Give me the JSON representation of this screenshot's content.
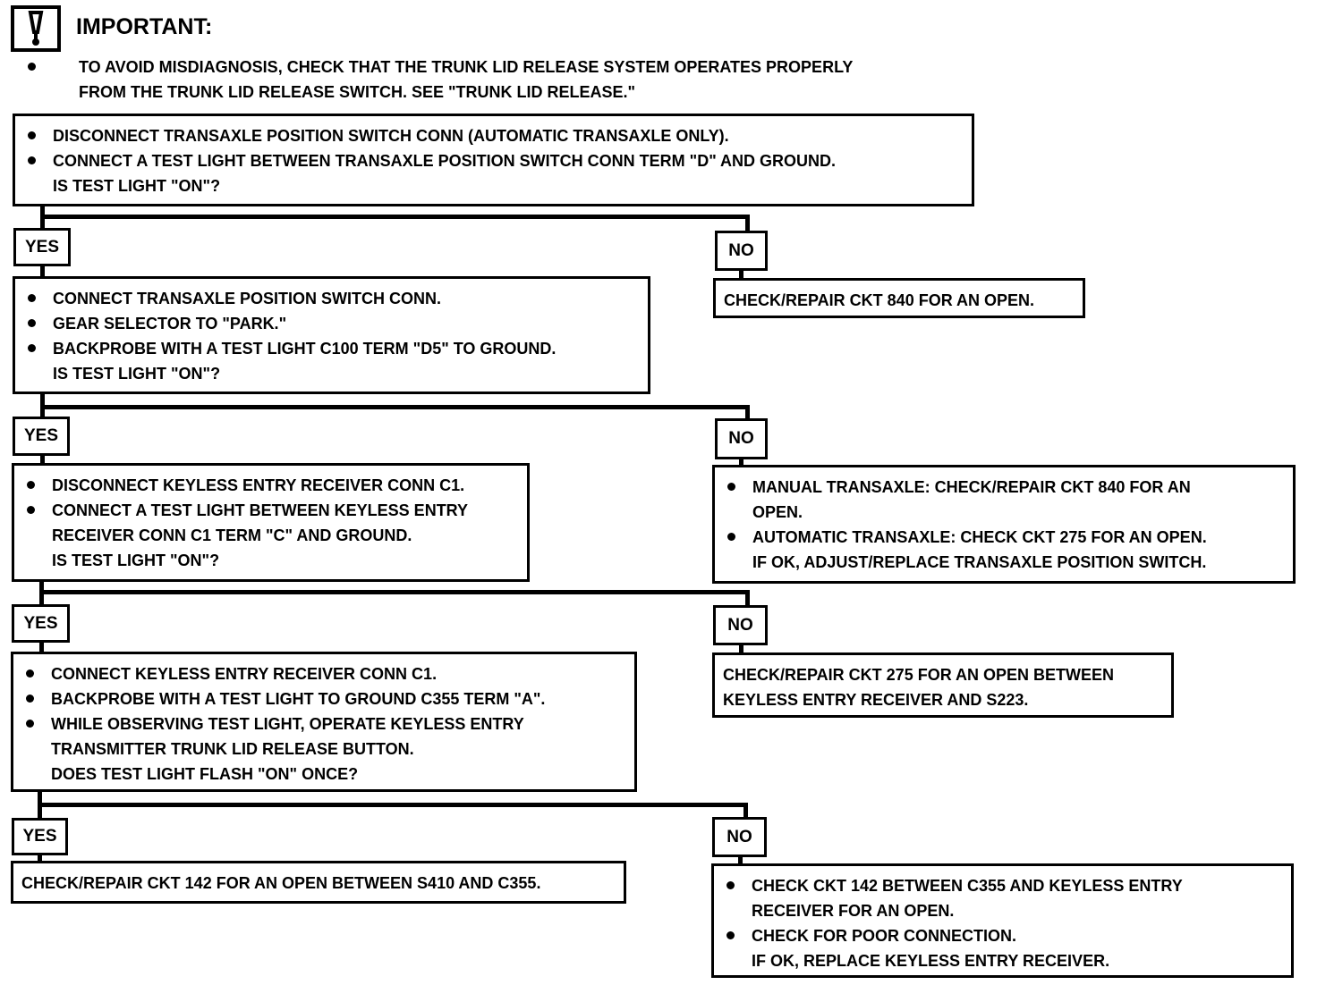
{
  "header": {
    "title": "IMPORTANT:",
    "icon": "exclamation-icon"
  },
  "note": {
    "lines": [
      {
        "bullet": true,
        "text": "TO AVOID MISDIAGNOSIS, CHECK THAT THE TRUNK LID RELEASE SYSTEM OPERATES PROPERLY"
      },
      {
        "bullet": false,
        "text": "FROM THE TRUNK LID RELEASE SWITCH.  SEE \"TRUNK LID RELEASE.\""
      }
    ]
  },
  "labels": {
    "yes": "YES",
    "no": "NO"
  },
  "boxes": {
    "step1": {
      "lines": [
        {
          "bullet": true,
          "text": "DISCONNECT TRANSAXLE POSITION SWITCH CONN (AUTOMATIC TRANSAXLE ONLY)."
        },
        {
          "bullet": true,
          "text": "CONNECT A TEST LIGHT BETWEEN TRANSAXLE POSITION SWITCH CONN TERM \"D\" AND GROUND."
        },
        {
          "bullet": false,
          "text": "IS TEST LIGHT \"ON\"?"
        }
      ]
    },
    "step1no": {
      "lines": [
        {
          "bullet": false,
          "text": "CHECK/REPAIR CKT 840 FOR AN OPEN."
        }
      ]
    },
    "step2": {
      "lines": [
        {
          "bullet": true,
          "text": "CONNECT TRANSAXLE POSITION SWITCH CONN."
        },
        {
          "bullet": true,
          "text": "GEAR SELECTOR TO \"PARK.\""
        },
        {
          "bullet": true,
          "text": "BACKPROBE WITH A TEST LIGHT C100 TERM \"D5\" TO GROUND."
        },
        {
          "bullet": false,
          "text": "IS TEST LIGHT \"ON\"?"
        }
      ]
    },
    "step2no": {
      "lines": [
        {
          "bullet": true,
          "text": "MANUAL TRANSAXLE:  CHECK/REPAIR CKT 840 FOR AN"
        },
        {
          "bullet": false,
          "text": "OPEN."
        },
        {
          "bullet": true,
          "text": "AUTOMATIC TRANSAXLE:  CHECK CKT 275 FOR AN OPEN."
        },
        {
          "bullet": false,
          "text": "IF OK, ADJUST/REPLACE TRANSAXLE POSITION SWITCH."
        }
      ]
    },
    "step3": {
      "lines": [
        {
          "bullet": true,
          "text": "DISCONNECT KEYLESS ENTRY RECEIVER CONN C1."
        },
        {
          "bullet": true,
          "text": "CONNECT A TEST LIGHT BETWEEN KEYLESS ENTRY"
        },
        {
          "bullet": false,
          "text": "RECEIVER CONN C1 TERM \"C\" AND GROUND."
        },
        {
          "bullet": false,
          "text": "IS TEST LIGHT \"ON\"?"
        }
      ]
    },
    "step3no": {
      "lines": [
        {
          "bullet": false,
          "text": "CHECK/REPAIR CKT 275 FOR AN OPEN BETWEEN"
        },
        {
          "bullet": false,
          "text": "KEYLESS ENTRY RECEIVER AND S223."
        }
      ]
    },
    "step4": {
      "lines": [
        {
          "bullet": true,
          "text": "CONNECT KEYLESS ENTRY RECEIVER CONN C1."
        },
        {
          "bullet": true,
          "text": "BACKPROBE WITH A TEST LIGHT TO GROUND C355 TERM \"A\"."
        },
        {
          "bullet": true,
          "text": "WHILE OBSERVING TEST LIGHT, OPERATE KEYLESS ENTRY"
        },
        {
          "bullet": false,
          "text": "TRANSMITTER TRUNK LID RELEASE BUTTON."
        },
        {
          "bullet": false,
          "text": "DOES TEST LIGHT FLASH \"ON\" ONCE?"
        }
      ]
    },
    "step4yes": {
      "lines": [
        {
          "bullet": false,
          "text": "CHECK/REPAIR CKT 142 FOR AN OPEN BETWEEN S410 AND C355."
        }
      ]
    },
    "step4no": {
      "lines": [
        {
          "bullet": true,
          "text": "CHECK CKT 142 BETWEEN C355 AND KEYLESS ENTRY"
        },
        {
          "bullet": false,
          "text": "RECEIVER FOR AN OPEN."
        },
        {
          "bullet": true,
          "text": "CHECK FOR POOR CONNECTION."
        },
        {
          "bullet": false,
          "text": "IF OK, REPLACE KEYLESS ENTRY RECEIVER."
        }
      ]
    }
  }
}
